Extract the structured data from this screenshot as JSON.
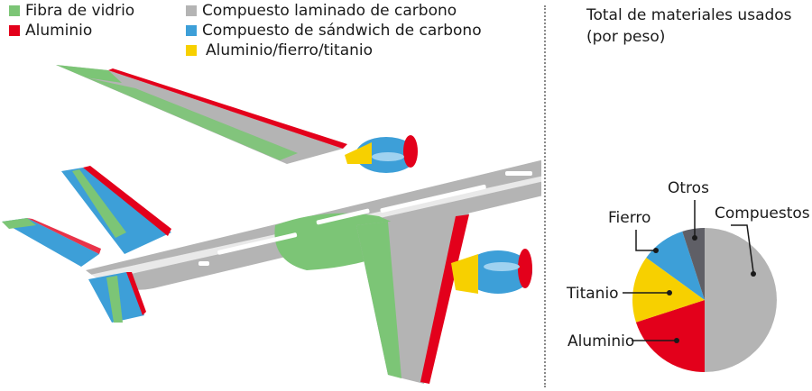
{
  "legend": {
    "items": [
      {
        "label": "Fibra de vidrio",
        "color": "#7cc576"
      },
      {
        "label": "Aluminio",
        "color": "#e3001b"
      },
      {
        "label": "Compuesto laminado de carbono",
        "color": "#b4b4b4"
      },
      {
        "label": "Compuesto de sándwich de carbono",
        "color": "#3d9fd8"
      },
      {
        "label": "Aluminio/fierro/titanio",
        "color": "#f7d000"
      }
    ]
  },
  "pie": {
    "title_line1": "Total de materiales usados",
    "title_line2": "(por peso)"
  },
  "chart_data": {
    "type": "pie",
    "slices": [
      {
        "label": "Compuestos",
        "value": 50,
        "color": "#b4b4b4"
      },
      {
        "label": "Aluminio",
        "value": 20,
        "color": "#e3001b"
      },
      {
        "label": "Titanio",
        "value": 15,
        "color": "#f7d000"
      },
      {
        "label": "Fierro",
        "value": 10,
        "color": "#3d9fd8"
      },
      {
        "label": "Otros",
        "value": 5,
        "color": "#5f5f66"
      }
    ]
  }
}
